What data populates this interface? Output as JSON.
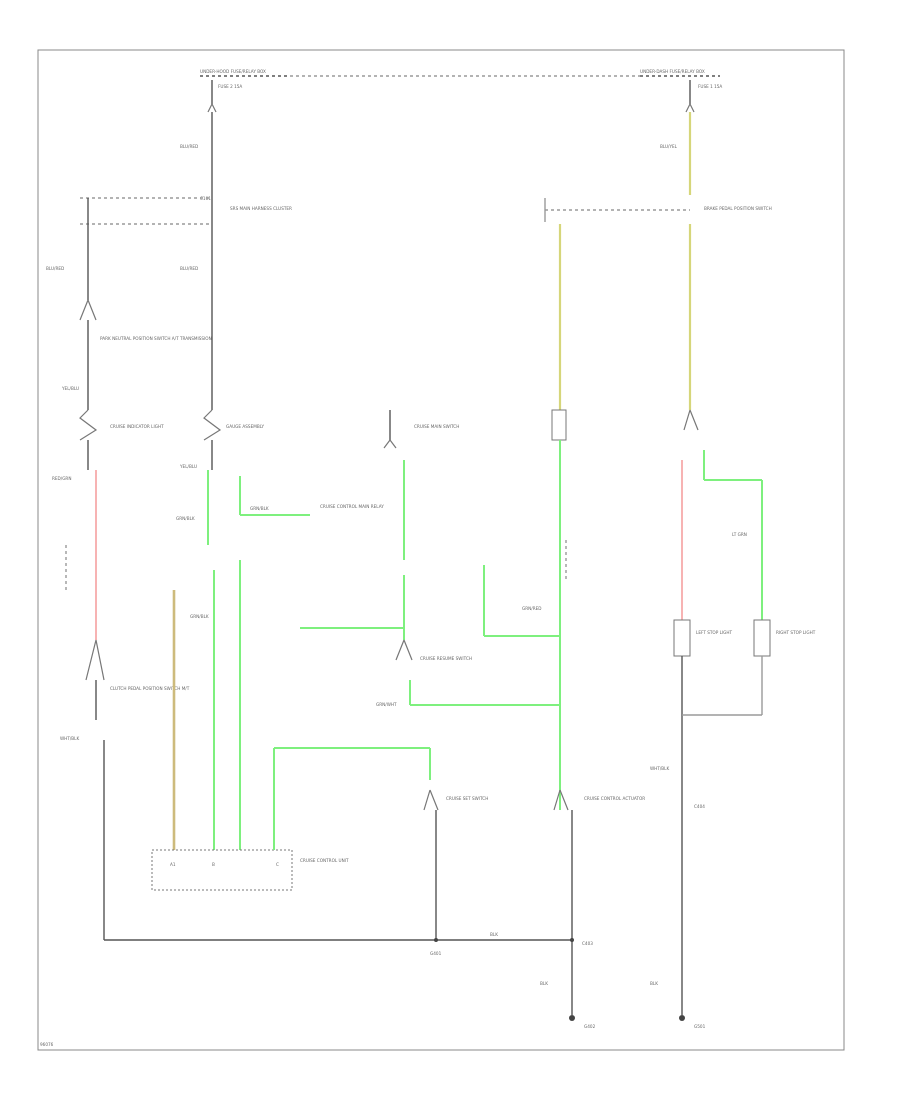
{
  "diagram": {
    "page_code": "96076",
    "fuses": {
      "left": "UNDER-HOOD FUSE/RELAY BOX",
      "right": "UNDER-DASH FUSE/RELAY BOX",
      "left_fuse": "FUSE 2 15A",
      "right_fuse": "FUSE 1 15A"
    },
    "labels": [
      {
        "id": "wire-blu-red-top",
        "text": "BLU/RED"
      },
      {
        "id": "wire-blu-yel-top",
        "text": "BLU/YEL"
      },
      {
        "id": "conn-c101",
        "text": "C101"
      },
      {
        "id": "conn-c101-label",
        "text": "SRS MAIN HARNESS CLUSTER"
      },
      {
        "id": "relay-power",
        "text": "CRUISE CONTROL MAIN RELAY"
      },
      {
        "id": "wire-blu-red-left",
        "text": "BLU/RED"
      },
      {
        "id": "wire-blu-red-mid",
        "text": "BLU/RED"
      },
      {
        "id": "switch-park",
        "text": "PARK NEUTRAL POSITION SWITCH A/T TRANSMISSION"
      },
      {
        "id": "wire-yel-blu",
        "text": "YEL/BLU"
      },
      {
        "id": "wire-yel-blu-2",
        "text": "YEL/BLU"
      },
      {
        "id": "lamp-indicator",
        "text": "CRUISE INDICATOR LIGHT"
      },
      {
        "id": "lamp-gauge",
        "text": "GAUGE ASSEMBLY"
      },
      {
        "id": "switch-cruise-main",
        "text": "CRUISE MAIN SWITCH"
      },
      {
        "id": "wire-red-grn",
        "text": "RED/GRN"
      },
      {
        "id": "wire-grn-blk",
        "text": "GRN/BLK"
      },
      {
        "id": "wire-grn-blk-2",
        "text": "GRN/BLK"
      },
      {
        "id": "wire-grn-blk-3",
        "text": "GRN/BLK"
      },
      {
        "id": "module-control",
        "text": "CRUISE CONTROL UNIT"
      },
      {
        "id": "switch-set",
        "text": "CRUISE SET SWITCH"
      },
      {
        "id": "switch-resume",
        "text": "CRUISE RESUME SWITCH"
      },
      {
        "id": "wire-grn-wht",
        "text": "GRN/WHT"
      },
      {
        "id": "wire-grn-red",
        "text": "GRN/RED"
      },
      {
        "id": "relay-brake",
        "text": "BRAKE PEDAL POSITION SWITCH"
      },
      {
        "id": "lamp-stop-left",
        "text": "LEFT STOP LIGHT"
      },
      {
        "id": "lamp-stop-right",
        "text": "RIGHT STOP LIGHT"
      },
      {
        "id": "wire-lt-grn",
        "text": "LT GRN"
      },
      {
        "id": "wire-wht-blk",
        "text": "WHT/BLK"
      },
      {
        "id": "wire-wht-blk-2",
        "text": "WHT/BLK"
      },
      {
        "id": "wire-blk",
        "text": "BLK"
      },
      {
        "id": "wire-blk-2",
        "text": "BLK"
      },
      {
        "id": "wire-blk-3",
        "text": "BLK"
      },
      {
        "id": "ground-g401",
        "text": "G401"
      },
      {
        "id": "ground-g402",
        "text": "G402"
      },
      {
        "id": "ground-g501",
        "text": "G501"
      },
      {
        "id": "conn-c403",
        "text": "C403"
      },
      {
        "id": "conn-c404",
        "text": "C404"
      },
      {
        "id": "pin-a",
        "text": "A1"
      },
      {
        "id": "pin-b",
        "text": "B"
      },
      {
        "id": "pin-c",
        "text": "C"
      },
      {
        "id": "cluster-left",
        "text": "CRUISE CONTROL ACTUATOR"
      },
      {
        "id": "cluster-right",
        "text": "CLUTCH PEDAL POSITION SWITCH M/T"
      }
    ],
    "colors": {
      "green": "#7ef07e",
      "yellow": "#d6d67a",
      "red": "#f5a0a0",
      "tan": "#cdbb7c",
      "black": "#555555"
    }
  }
}
